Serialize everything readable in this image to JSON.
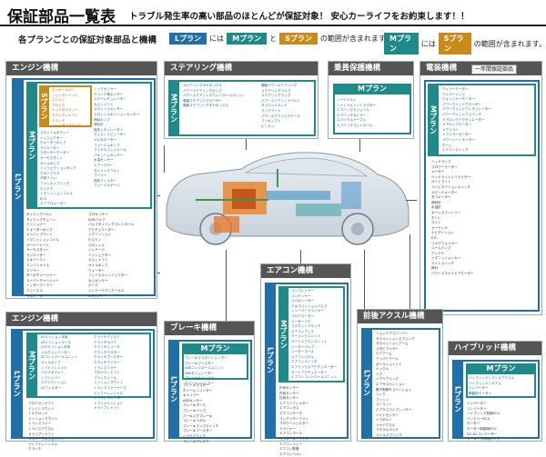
{
  "header": {
    "title": "保証部品一覧表",
    "subtitle": "トラブル発生率の高い部品のほとんどが保証対象！ 安心カーライフをお約束します！！"
  },
  "legend": {
    "heading": "各プランごとの保証対象部品と機構",
    "row1": {
      "a": "Lプラン",
      "t1": "には",
      "b": "Mプラン",
      "t2": "と",
      "c": "Sプラン",
      "t3": "の範囲が含まれます。"
    },
    "row2": {
      "a": "Mプラン",
      "t1": "には",
      "b": "Sプラン",
      "t2": "の範囲が含まれます。"
    }
  },
  "plans": {
    "L": "Lプラン",
    "M": "Mプラン",
    "S": "Sプラン"
  },
  "colors": {
    "L": "#1f6fa8",
    "M": "#1f8a8a",
    "S": "#c98a1a",
    "header": "#555555"
  },
  "panels": {
    "engine1": {
      "title": "エンジン機構",
      "s_items": [
        "ロッカーカバー",
        "シリンダーヘッド",
        "エンジン",
        "ブロック",
        "ヘッドガスケット",
        "クランクシャフト",
        "クラッチ",
        "シリンダーブロック"
      ],
      "m_items_a": [
        "スロットルボディー",
        "インジェクター",
        "ウォーターポンプ",
        "ラジエーター",
        "スターターモーター",
        "サーモスタット",
        "オイルポンプ",
        "インジェクションポンプ",
        "グロープラグ",
        "冷却ファン",
        "ファンカップリング",
        "ダイナモ",
        "イグニッションコイル",
        "ECU",
        "エアフロメーター"
      ],
      "m_items_b": [
        "ノックセンサー",
        "クランク角センサー",
        "エアーレギュレーター",
        "カムシャフト",
        "スロットルセンサー",
        "スロットルポジションセンサー",
        "燃料ポンプ",
        "燃料計",
        "燃圧レギュレーター",
        "ディストリビューター",
        "オルタネーター",
        "フューエルポンプ",
        "アイドルコントロール",
        "バキュームセンサー",
        "水温センサー",
        "エアーフロー",
        "タイミングベルト",
        "プーリー",
        "燃料フィルター",
        "フューエルゲージ"
      ],
      "l_items_a": [
        "タイミングベルト",
        "タイミングチェーン",
        "テンショナー",
        "ウォーターポンプ",
        "エンジンマウント",
        "イグニッションコイル",
        "オーバーヒート",
        "サーモスタット",
        "ラジエーター",
        "エキゾースト",
        "エンジンオイル",
        "マフラー",
        "ターボチャージャー",
        "スーパーチャージャー",
        "インタークーラー",
        "フューエル",
        "セルモーター"
      ],
      "l_items_b": [
        "プロセッサー",
        "EGRバルブ",
        "バルブタイミングコントロール",
        "アクチュエーター",
        "イグニッション",
        "ピストン",
        "スロットル",
        "インテーク",
        "インジェクター",
        "カムシャフト",
        "オイルポンプ",
        "ウォーター",
        "フューエルインジェクター",
        "カムセンサー",
        "ホーズ",
        "インテークマニホールド",
        "O2センサー"
      ]
    },
    "steering": {
      "title": "ステアリング機構",
      "m_items_a": [
        "ステアリングギヤボックス",
        "パワーステアリングポンプ",
        "パワーステアリングコントロールユニット",
        "電動ステアリングモーター",
        "電動ステアリングギヤボックス"
      ],
      "m_items_b": [
        "電動パワーステアリング",
        "ステアリングバルブ",
        "ステアリングラック",
        "パワーステアリングベルト",
        "タイロッドエンド",
        "ラックブーツ",
        "パワーステアリングホース",
        "アッセンブリ",
        "ピニオン"
      ]
    },
    "passenger": {
      "title": "乗員保護機構",
      "m_items": [
        "シートベルト",
        "シートベルトリトラクター",
        "エアバッグモジュール",
        "エアバッグセンサー",
        "スパイラルケーブル",
        "エアバッグコントロール"
      ]
    },
    "electrical": {
      "title": "電装機構",
      "badge": "一年間保証部品",
      "m_items": [
        "ワイパーモーター",
        "ワイパーリンク",
        "ウォッシャーモーター",
        "パワーウインドウモーター",
        "パワーウインドウレギュレーター",
        "パワーウインドウスイッチ",
        "ドアロックアクチュエーター",
        "ドアロックモーター",
        "ドアミラー",
        "ドアミラーモーター",
        "パワーシートモーター",
        "ホーン",
        "エアコンスイッチ"
      ],
      "l_items": [
        "ヘッドランプ",
        "ブロワーモーター",
        "メーター",
        "ヘッドライトレベライザー",
        "オートライト",
        "コンビネーションスイッチ",
        "スピードメーター",
        "タコメーター",
        "燃料計",
        "水温計",
        "キーレスエントリー",
        "ホーン",
        "ライト",
        "オーディオ",
        "ナビゲーション",
        "ETC",
        "リヤデフォッガー",
        "ルームランプ",
        "アンテナ",
        "イグニッションキー",
        "ライトスイッチ",
        "時計",
        "パワースライドドアモーター"
      ]
    },
    "engine2": {
      "title": "エンジン機構",
      "m_items_a": [
        "ATミッション本体",
        "ATミッションケース",
        "CVTミッション本体",
        "トルクコンバーター",
        "ATコントロールユニット",
        "オイルポンプ",
        "シフトソレノイド",
        "バルブボディー",
        "シフトレバー",
        "エクステンション",
        "ATフィルター"
      ],
      "m_items_b": [
        "クラッチディスク",
        "クラッチカバー",
        "クラッチレリーズ",
        "クラッチマスター",
        "クラッチブースター",
        "クラッチワイヤー",
        "トランスファー",
        "プロペラシャフト",
        "フライホイール",
        "ミッションマウント",
        "トランスファーケース",
        "ディファレンシャル",
        "デフオイルシール",
        "トランスミッション",
        "ドライブシャフト"
      ],
      "l_items": [
        "プロペラシャフト",
        "エンジンマウント",
        "トルクロッド",
        "ミッションマウント",
        "トランスファー",
        "トランスアクスル",
        "ドライブシャフト",
        "ユニバーサルジョイント",
        "ディファレンシャル",
        "クラッチ"
      ]
    },
    "brake": {
      "title": "ブレーキ機構",
      "m_items": [
        "ブレーキマスターシリンダー",
        "ブレーキブースター",
        "ABSコントロールユニット",
        "ABSモジュレーター",
        "ブレーキキャリパー",
        "ホイールシリンダー"
      ],
      "l_items": [
        "ブレーキマスター",
        "ホイールシリンダー",
        "キャリパー",
        "ABSセンサー",
        "ブレーキホース",
        "ブレーキパイプ",
        "パーキングブレーキ",
        "ブレーキペダル",
        "ブレーキランプスイッチ",
        "ブレーキブースター",
        "ハブベアリング",
        "ブレーキディスク"
      ]
    },
    "aircon": {
      "title": "エアコン機構",
      "m_items": [
        "コンプレッサー",
        "コンデンサー",
        "エバポレーター",
        "エキスパンションバルブ",
        "レシーバードライヤー",
        "ブロアモーター",
        "ヒーターコア",
        "マグネットクラッチ",
        "エアコンアンプ",
        "クーリングユニット",
        "オートエアコンユニット",
        "ヒーターバルブ",
        "ヒーターホース",
        "エアコンパネル",
        "エアコンスイッチ",
        "エアミックスアクチュエーター",
        "モードアクチュエーター",
        "エアコンコントロールユニット"
      ],
      "l_items": [
        "外気センサー",
        "内気センサー",
        "日射センサー",
        "エアコンフィルター",
        "エアコンガス",
        "エアコンサーモ",
        "コンデンサーファン",
        "ブロワーレジスター",
        "ドライヤー",
        "エアコンホース",
        "ラジエーターファン",
        "エアコンリレー",
        "エアコン配管",
        "エアコンベルト"
      ]
    },
    "axle": {
      "title": "前後アクスル機構",
      "l_items": [
        "ショックアブソーバー",
        "サスペンションスプリング",
        "サスペンションアーム",
        "スタビライザー",
        "ロアアーム",
        "アッパーアーム",
        "ボールジョイント",
        "ナックル",
        "ハブ",
        "ハブベアリング",
        "エアサスペンション",
        "電子制御サスペンション",
        "リンク",
        "ブッシュ",
        "ストラット",
        "エアサスコンプレッサー",
        "ハイトセンサー",
        "ハブボルト",
        "リヤアクスル",
        "ラテラルロッド",
        "コイルスプリング"
      ]
    },
    "hybrid": {
      "title": "ハイブリッド機構",
      "m_items": [
        "ハイブリッドトランスアクスル",
        "ハイブリッドシステム",
        "インバーター",
        "駆動用モーター"
      ],
      "l_items": [
        "インバーター",
        "コンバーター",
        "ハイブリッド制御ECU",
        "バッテリーECU",
        "モーター",
        "モーター制御用ECU",
        "DC-DCコンバーター",
        "モーター冷却用ポンプ"
      ]
    }
  }
}
